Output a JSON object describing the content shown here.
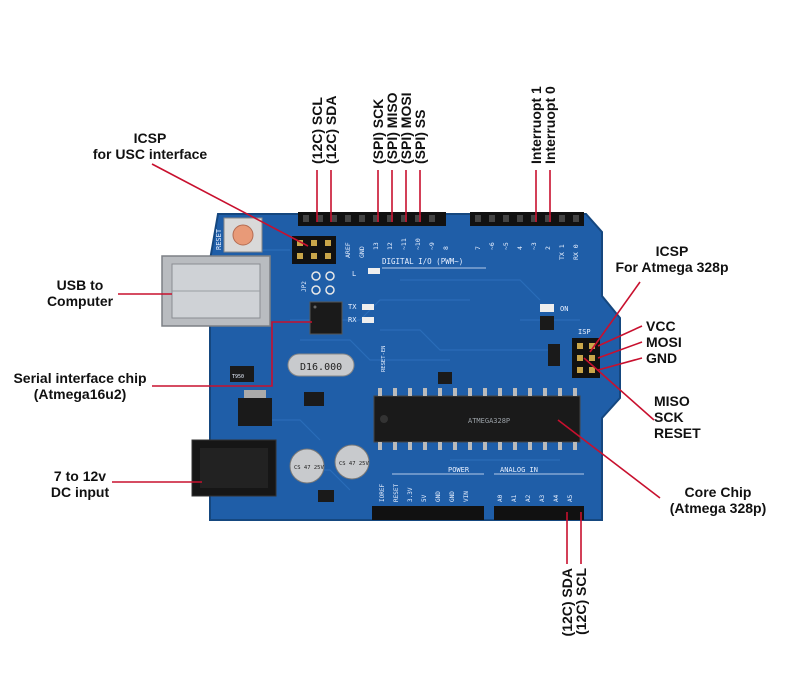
{
  "top_labels": {
    "scl": "(12C) SCL",
    "sda": "(12C) SDA",
    "sck": "(SPI) SCK",
    "miso": "(SPI) MISO",
    "mosi": "(SPI) MOSI",
    "ss": "(SPI) SS",
    "int1": "Interruopt 1",
    "int0": "Interruopt 0"
  },
  "bottom_labels": {
    "sda": "(12C) SDA",
    "scl": "(12C) SCL"
  },
  "left_labels": {
    "icsp_usb_line1": "ICSP",
    "icsp_usb_line2": "for USC interface",
    "usb_line1": "USB to",
    "usb_line2": "Computer",
    "serial_line1": "Serial interface chip",
    "serial_line2": "(Atmega16u2)",
    "dc_line1": "7 to 12v",
    "dc_line2": "DC input"
  },
  "right_labels": {
    "icsp_atmega_line1": "ICSP",
    "icsp_atmega_line2": "For Atmega 328p",
    "vcc": "VCC",
    "mosi": "MOSI",
    "gnd": "GND",
    "miso": "MISO",
    "sck": "SCK",
    "reset": "RESET",
    "core_line1": "Core Chip",
    "core_line2": "(Atmega 328p)"
  },
  "board": {
    "reset": "RESET",
    "digital": "DIGITAL I/O (PWM~)",
    "on": "ON",
    "tx": "TX",
    "rx": "RX",
    "l": "L",
    "aref": "AREF",
    "gnd": "GND",
    "crystal": "D16.000",
    "icsp": "ISP",
    "power": "POWER",
    "analog": "ANALOG IN",
    "ioref": "IOREF",
    "reset_pin": "RESET",
    "v33": "3.3V",
    "v5": "5V",
    "gnd1": "GND",
    "gnd2": "GND",
    "vin": "VIN",
    "a0": "A0",
    "a1": "A1",
    "a2": "A2",
    "a3": "A3",
    "a4": "A4",
    "a5": "A5",
    "cap1": "CS 47 25V",
    "cap2": "CS 47 25V",
    "chip_text": "ATMEGA328P",
    "reset_en": "RESET-EN",
    "d13": "13",
    "d12": "12",
    "d11": "~11",
    "d10": "~10",
    "d9": "~9",
    "d8": "8",
    "d7": "7",
    "d6": "~6",
    "d5": "~5",
    "d4": "4",
    "d3": "~3",
    "d2": "2",
    "d1": "TX 1",
    "d0": "RX 0",
    "jp2": "JP2",
    "t950": "T950"
  },
  "colors": {
    "board": "#1f5ea8",
    "board_dark": "#154a8a",
    "trace": "#2a6cb8",
    "header": "#111111",
    "leader": "#c8102e",
    "chip": "#1a1a1a",
    "usb": "#b9bcc0",
    "dc_jack": "#161616"
  }
}
